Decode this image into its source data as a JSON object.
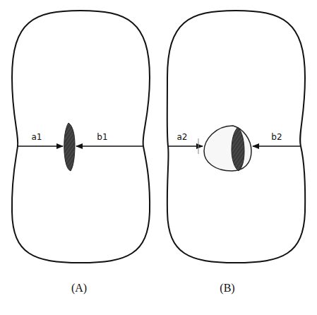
{
  "diagram": {
    "labels": [
      "a1",
      "b1",
      "a2",
      "b2",
      "(A)",
      "(B)"
    ]
  }
}
